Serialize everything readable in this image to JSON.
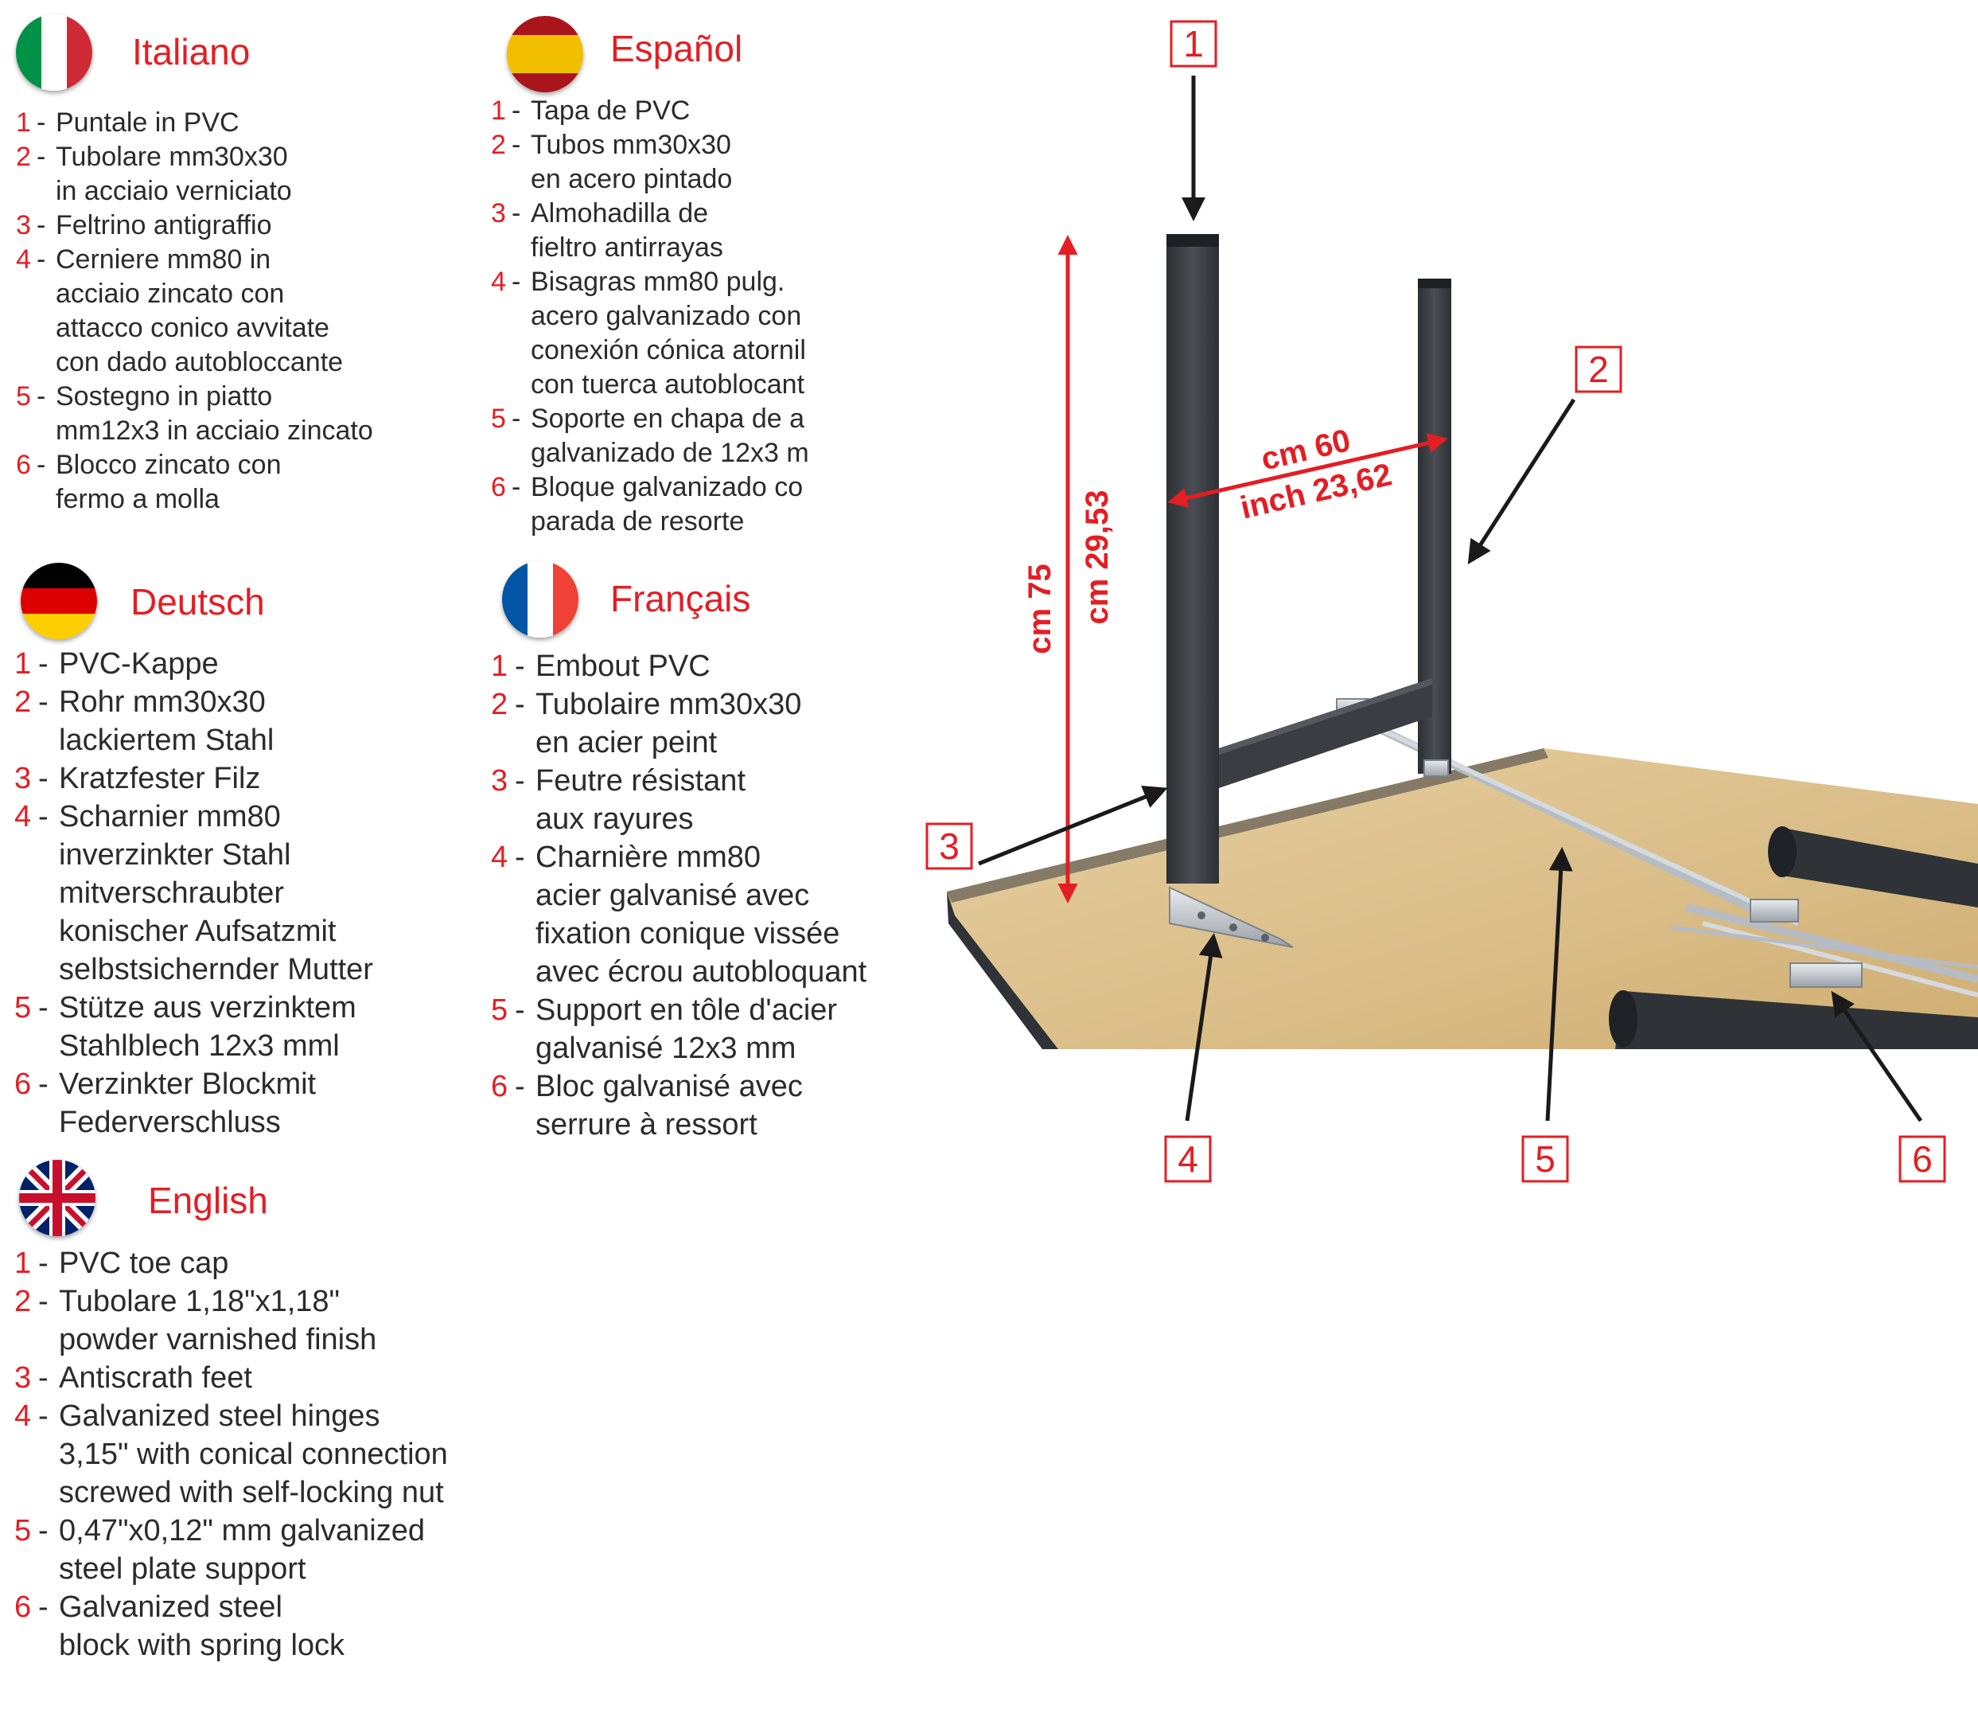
{
  "languages": {
    "italiano": {
      "name": "Italiano",
      "flag": "italy-flag",
      "items": [
        {
          "num": "1",
          "text": "Puntale in PVC"
        },
        {
          "num": "2",
          "text": "Tubolare mm30x30\nin acciaio verniciato"
        },
        {
          "num": "3",
          "text": "Feltrino antigraffio"
        },
        {
          "num": "4",
          "text": "Cerniere mm80 in\nacciaio zincato con\nattacco conico avvitate\ncon dado autobloccante"
        },
        {
          "num": "5",
          "text": "Sostegno in piatto\nmm12x3 in acciaio zincato"
        },
        {
          "num": "6",
          "text": "Blocco zincato con\nfermo a molla"
        }
      ]
    },
    "espanol": {
      "name": "Español",
      "flag": "spain-flag",
      "items": [
        {
          "num": "1",
          "text": "Tapa de PVC"
        },
        {
          "num": "2",
          "text": "Tubos mm30x30\nen acero pintado"
        },
        {
          "num": "3",
          "text": "Almohadilla de\nfieltro antirrayas"
        },
        {
          "num": "4",
          "text": "Bisagras mm80 pulg.\nacero galvanizado con\nconexión cónica atornil\ncon tuerca autoblocant"
        },
        {
          "num": "5",
          "text": "Soporte en chapa de a\ngalvanizado de 12x3 m"
        },
        {
          "num": "6",
          "text": "Bloque galvanizado co\nparada de resorte"
        }
      ]
    },
    "deutsch": {
      "name": "Deutsch",
      "flag": "germany-flag",
      "items": [
        {
          "num": "1",
          "text": "PVC-Kappe"
        },
        {
          "num": "2",
          "text": "Rohr mm30x30\nlackiertem Stahl"
        },
        {
          "num": "3",
          "text": "Kratzfester Filz"
        },
        {
          "num": "4",
          "text": "Scharnier mm80\ninverzinkter Stahl\nmitverschraubter\nkonischer Aufsatzmit\nselbstsichernder Mutter"
        },
        {
          "num": "5",
          "text": "Stütze aus verzinktem\nStahlblech 12x3 mml"
        },
        {
          "num": "6",
          "text": "Verzinkter Blockmit\nFederverschluss"
        }
      ]
    },
    "francais": {
      "name": "Français",
      "flag": "france-flag",
      "items": [
        {
          "num": "1",
          "text": "Embout PVC"
        },
        {
          "num": "2",
          "text": "Tubolaire mm30x30\nen acier peint"
        },
        {
          "num": "3",
          "text": "Feutre résistant\naux rayures"
        },
        {
          "num": "4",
          "text": "Charnière mm80\nacier galvanisé avec\nfixation conique vissée\navec écrou autobloquant"
        },
        {
          "num": "5",
          "text": "Support en tôle d'acier\ngalvanisé 12x3 mm"
        },
        {
          "num": "6",
          "text": "Bloc galvanisé avec\nserrure à ressort"
        }
      ]
    },
    "english": {
      "name": "English",
      "flag": "uk-flag",
      "items": [
        {
          "num": "1",
          "text": "PVC toe cap"
        },
        {
          "num": "2",
          "text": "Tubolare 1,18\"x1,18\"\npowder varnished finish"
        },
        {
          "num": "3",
          "text": "Antiscrath feet"
        },
        {
          "num": "4",
          "text": "Galvanized steel hinges\n3,15\" with conical connection\nscrewed with self-locking nut"
        },
        {
          "num": "5",
          "text": "0,47\"x0,12\" mm galvanized\nsteel plate support"
        },
        {
          "num": "6",
          "text": "Galvanized steel\nblock with spring lock"
        }
      ]
    }
  },
  "separator": "-",
  "diagram": {
    "callouts": [
      "1",
      "2",
      "3",
      "4",
      "5",
      "6"
    ],
    "height_dimension": {
      "metric": "cm 75",
      "imperial": "cm 29,53"
    },
    "width_dimension": {
      "metric": "cm 60",
      "imperial": "inch 23,62"
    }
  },
  "colors": {
    "accent_red": "#e31e24",
    "text": "#2b2b2b",
    "steel_frame": "#3a3d42",
    "tabletop": "#dcc08c",
    "galvanized": "#c4c9cf",
    "arrow": "#1a1a1a"
  }
}
